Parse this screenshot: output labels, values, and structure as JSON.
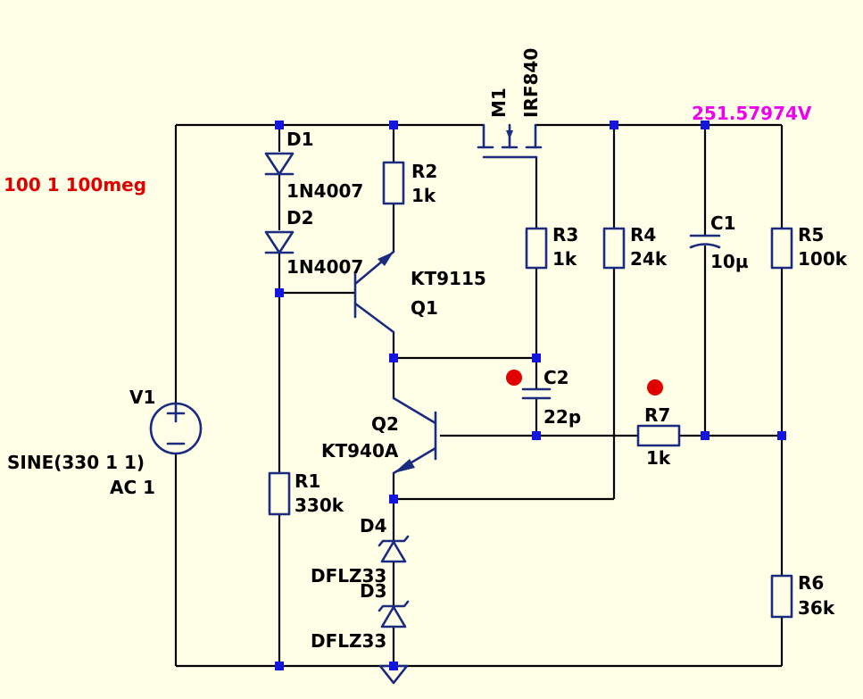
{
  "directive": "100 1 100meg",
  "probe_voltage": "251.57974V",
  "components": {
    "V1": {
      "ref": "V1",
      "value": "SINE(330 1 1)",
      "ac": "AC 1"
    },
    "D1": {
      "ref": "D1",
      "model": "1N4007"
    },
    "D2": {
      "ref": "D2",
      "model": "1N4007"
    },
    "D3": {
      "ref": "D3",
      "model": "DFLZ33"
    },
    "D4": {
      "ref": "D4",
      "model": "DFLZ33"
    },
    "R1": {
      "ref": "R1",
      "value": "330k"
    },
    "R2": {
      "ref": "R2",
      "value": "1k"
    },
    "R3": {
      "ref": "R3",
      "value": "1k"
    },
    "R4": {
      "ref": "R4",
      "value": "24k"
    },
    "R5": {
      "ref": "R5",
      "value": "100k"
    },
    "R6": {
      "ref": "R6",
      "value": "36k"
    },
    "R7": {
      "ref": "R7",
      "value": "1k"
    },
    "C1": {
      "ref": "C1",
      "value": "10µ"
    },
    "C2": {
      "ref": "C2",
      "value": "22p"
    },
    "Q1": {
      "ref": "Q1",
      "model": "KT9115"
    },
    "Q2": {
      "ref": "Q2",
      "model": "KT940A"
    },
    "M1": {
      "ref": "M1",
      "model": "IRF840"
    }
  },
  "colors": {
    "background": "#ffffe8",
    "wire": "#000000",
    "component": "#1a2b80",
    "junction": "#1515e0",
    "spice_directive": "#e00000",
    "voltage_probe": "#ee00ee",
    "cursor_marker": "#e00000"
  }
}
